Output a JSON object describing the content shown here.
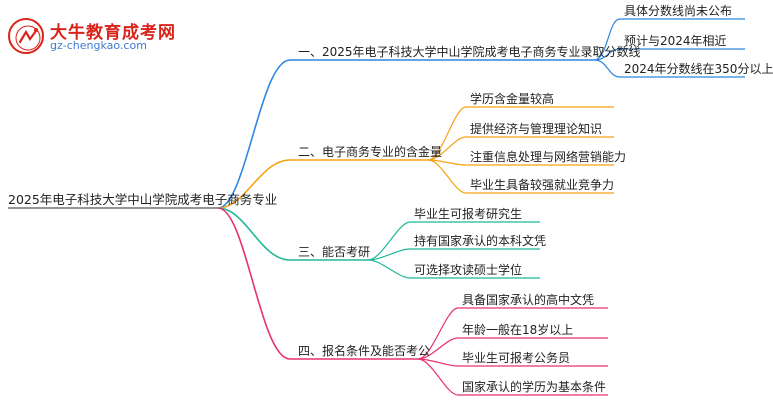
{
  "logo": {
    "title": "大牛教育成考网",
    "url": "gz-chengkao.com"
  },
  "root": {
    "label": "2025年电子科技大学中山学院成考电子商务专业"
  },
  "branches": [
    {
      "label": "一、2025年电子科技大学中山学院成考电子商务专业录取分数线",
      "color": "#2e86de",
      "children": [
        "具体分数线尚未公布",
        "预计与2024年相近",
        "2024年分数线在350分以上"
      ]
    },
    {
      "label": "二、电子商务专业的含金量",
      "color": "#f5a314",
      "children": [
        "学历含金量较高",
        "提供经济与管理理论知识",
        "注重信息处理与网络营销能力",
        "毕业生具备较强就业竞争力"
      ]
    },
    {
      "label": "三、能否考研",
      "color": "#1fb89a",
      "children": [
        "毕业生可报考研究生",
        "持有国家承认的本科文凭",
        "可选择攻读硕士学位"
      ]
    },
    {
      "label": "四、报名条件及能否考公",
      "color": "#e8306f",
      "children": [
        "具备国家承认的高中文凭",
        "年龄一般在18岁以上",
        "毕业生可报考公务员",
        "国家承认的学历为基本条件"
      ]
    }
  ]
}
